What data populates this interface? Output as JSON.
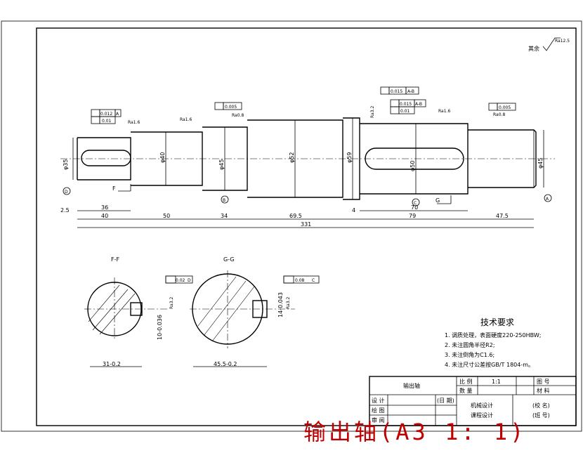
{
  "overlay_title": "输出轴(A3 1: 1)",
  "surface_rest": {
    "prefix": "其余",
    "value": "Ra12.5"
  },
  "roughness": [
    "Ra1.6",
    "Ra1.6",
    "Ra0.8",
    "Ra3.2",
    "Ra1.6",
    "Ra0.8",
    "Ra3.2",
    "Ra3.2"
  ],
  "tolerance": {
    "t1": [
      "0.012",
      "A"
    ],
    "t1b": "0.01",
    "t2": "0.005",
    "t3": [
      "0.015",
      "A-B"
    ],
    "t4": [
      "0.015",
      "A-B"
    ],
    "t4b": "0.01",
    "t5": "0.005",
    "sec1": [
      "0.02",
      "D"
    ],
    "sec2": [
      "0.08",
      "C"
    ]
  },
  "diameters": [
    "φ35",
    "φ40",
    "φ45",
    "φ52",
    "φ59",
    "φ50",
    "φ45"
  ],
  "labels": {
    "D": "D",
    "B": "B",
    "C": "C",
    "A": "A",
    "F": "F",
    "G": "G",
    "sF": "F-F",
    "sG": "G-G"
  },
  "dims_top": [
    "2.5",
    "36",
    "4",
    "70"
  ],
  "dims_bottom": [
    "40",
    "50",
    "34",
    "69.5",
    "79",
    "47.5"
  ],
  "overall": "331",
  "section_dims": [
    "31-0.2",
    "45.5-0.2",
    "10-0.036",
    "14-0.043"
  ],
  "tech": {
    "title": "技术要求",
    "items": [
      "1. 调质处理，表面硬度220-250HBW;",
      "2. 未注圆角半径R2;",
      "3. 未注倒角为C1.6;",
      "4. 未注尺寸公差按GB/T 1804-m。"
    ]
  },
  "title_block": {
    "part": "输出轴",
    "scale_label": "比 例",
    "scale": "1:1",
    "draw_no_label": "图 号",
    "qty_label": "数 量",
    "material_label": "材 料",
    "design": "设 计",
    "date": "(日 期)",
    "draw": "绘 图",
    "review": "审 阅",
    "course1": "机械设计",
    "course2": "课程设计",
    "school": "(校 名)",
    "class_no": "(班 号)"
  }
}
